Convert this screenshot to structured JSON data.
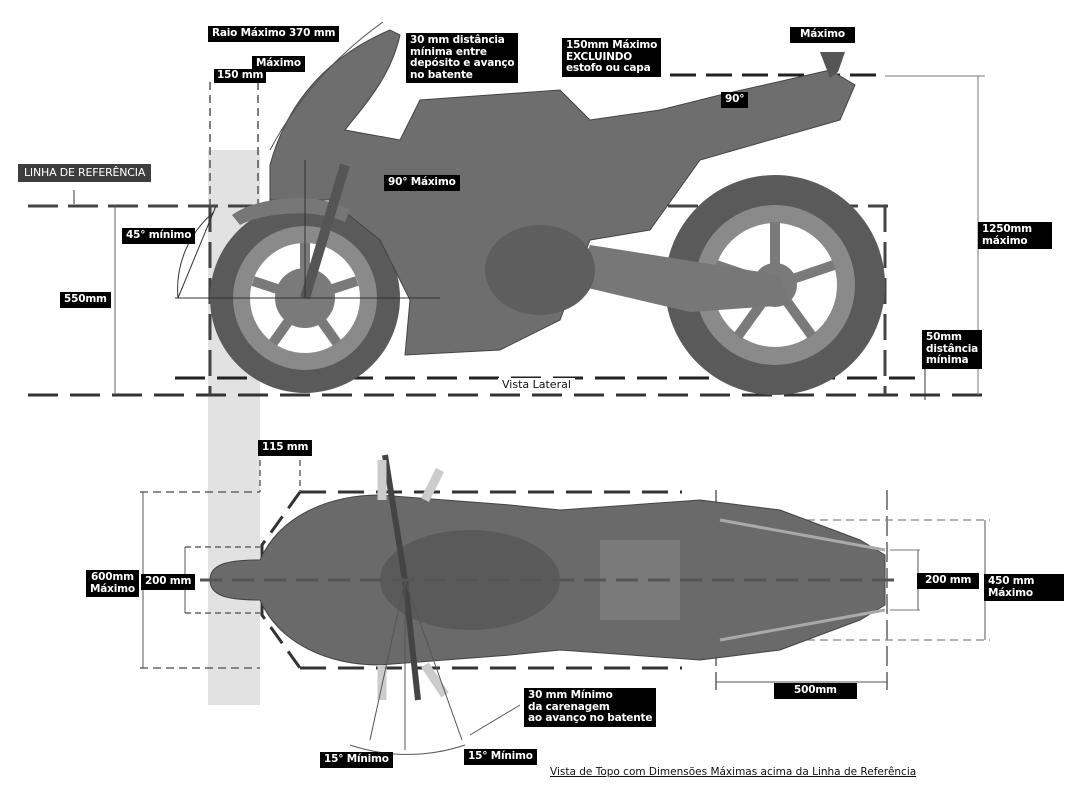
{
  "colors": {
    "label_bg": "#000000",
    "label_text": "#ffffff",
    "reference_label_bg": "#3e3e3e",
    "bike_body": "#6e6e6e",
    "bike_dark": "#4a4a4a",
    "reference_band": "#e2e2e2",
    "dash_line": "#333333"
  },
  "side_view": {
    "title": "Vista Lateral",
    "reference_line_label": "LINHA DE REFERÊNCIA",
    "labels": {
      "fairing_radius": "Raio Máximo 370 mm",
      "tank_clearance": "30 mm distância\nmínima entre\ndepósito e avanço\nno batente",
      "front_max": "Máximo",
      "front_offset": "150 mm",
      "seat_height": "150mm Máximo\nEXCLUINDO\nestofo ou capa",
      "tail_max": "Máximo",
      "seat_angle": "90°",
      "fork_angle": "90° Máximo",
      "mudguard_angle": "45° mínimo",
      "reference_height": "550mm",
      "overall_height": "1250mm\nmáximo",
      "ground_clearance": "50mm\ndistância\nmínima"
    }
  },
  "top_view": {
    "caption": "Vista de Topo com Dimensões Máximas acima da Linha de Referência",
    "labels": {
      "front_chamfer": "115 mm",
      "overall_width": "600mm\nMáximo",
      "front_width": "200 mm",
      "rear_width": "200 mm",
      "tail_width": "450 mm\nMáximo",
      "tail_length": "500mm",
      "fairing_clearance": "30 mm Mínimo\nda carenagem\nao avanço no batente",
      "steer_angle_left": "15° Mínimo",
      "steer_angle_right": "15° Mínimo"
    }
  }
}
